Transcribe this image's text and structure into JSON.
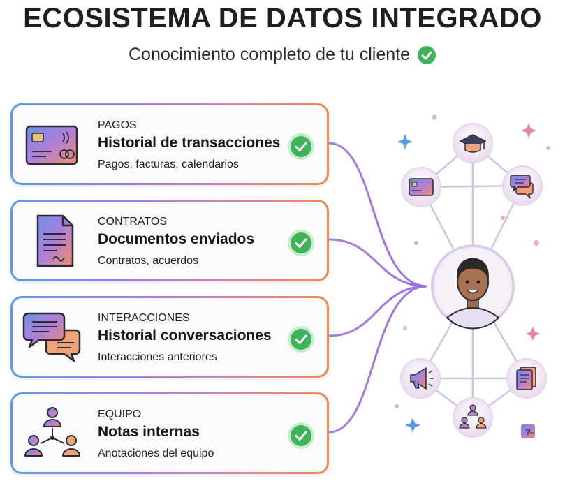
{
  "header": {
    "title": "ECOSISTEMA DE DATOS INTEGRADO",
    "subtitle": "Conocimiento completo de tu cliente"
  },
  "cards": [
    {
      "category": "PAGOS",
      "title": "Historial de transacciones",
      "description": "Pagos, facturas, calendarios",
      "icon": "credit-card-icon"
    },
    {
      "category": "CONTRATOS",
      "title": "Documentos enviados",
      "description": "Contratos, acuerdos",
      "icon": "document-icon"
    },
    {
      "category": "INTERACCIONES",
      "title": "Historial conversaciones",
      "description": "Interacciones anteriores",
      "icon": "chat-bubbles-icon"
    },
    {
      "category": "EQUIPO",
      "title": "Notas internas",
      "description": "Anotaciones del equipo",
      "icon": "team-icon"
    }
  ],
  "network": {
    "center": "customer-avatar",
    "nodes": [
      "graduation-cap-icon",
      "credit-card-icon",
      "chat-bubbles-icon",
      "megaphone-icon",
      "team-icon",
      "document-icon"
    ],
    "small_icon_text": "?"
  },
  "colors": {
    "accent_blue": "#5b9be6",
    "accent_purple": "#9f7ee3",
    "accent_orange": "#ef8a50",
    "check_green": "#3fb25a"
  }
}
